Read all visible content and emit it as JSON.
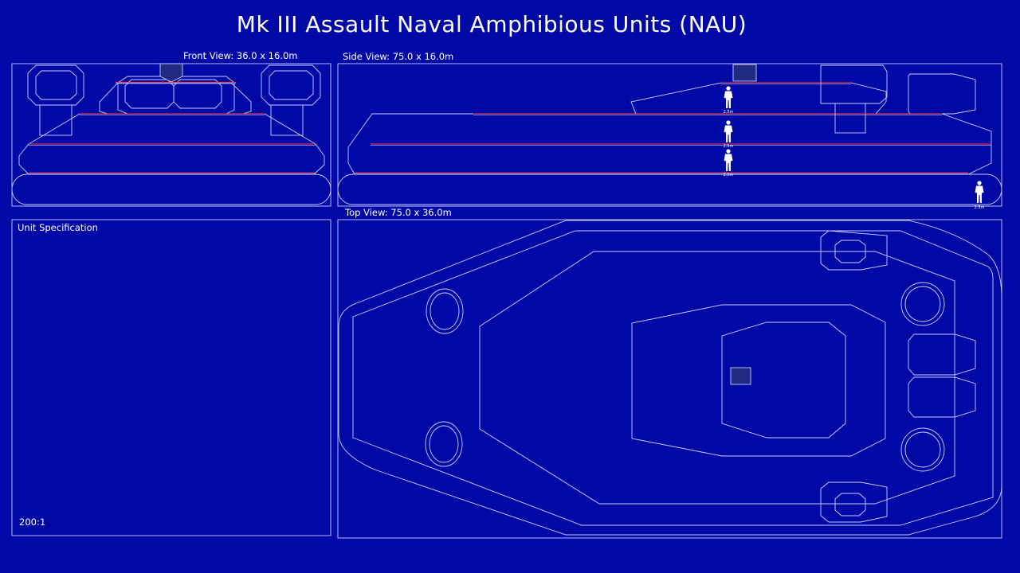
{
  "title": "Mk III Assault Naval Amphibious Units (NAU)",
  "views": {
    "front": "Front View: 36.0 x 16.0m",
    "side": "Side View: 75.0 x 16.0m",
    "top": "Top View: 75.0 x 36.0m"
  },
  "spec": {
    "heading": "Unit Specification",
    "scale": "200:1"
  },
  "scale_figure_label": "2.5m",
  "colors": {
    "background": "#0009a5",
    "line": "#c9ccff",
    "deck_line": "#ff3b3b",
    "hatch": "#1f2a80"
  }
}
